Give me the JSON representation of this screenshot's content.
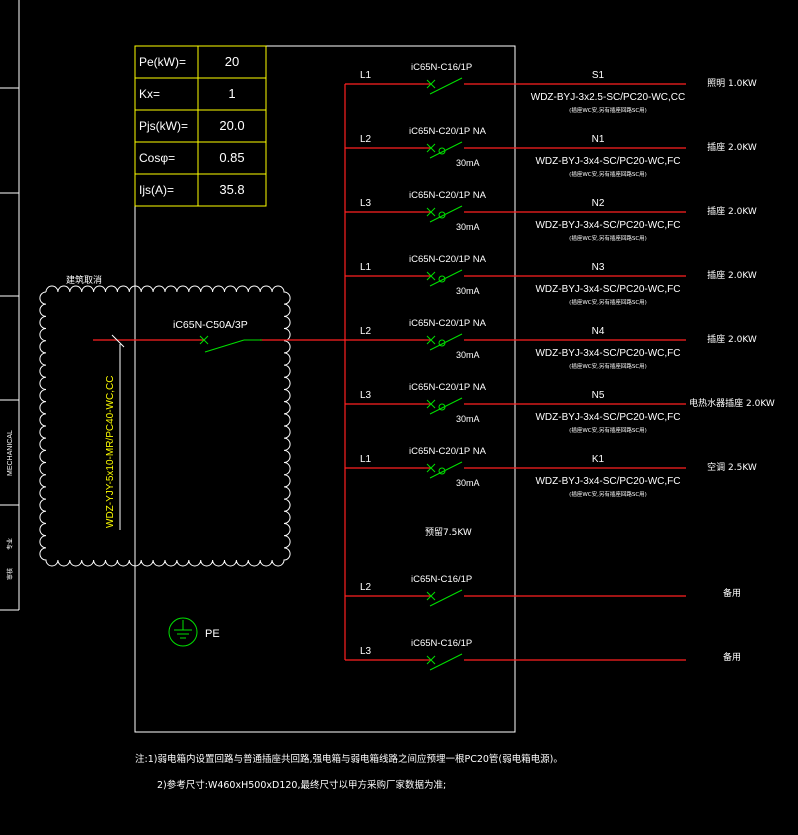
{
  "params": [
    {
      "label": "Pe(kW)=",
      "value": "20"
    },
    {
      "label": "Kx=",
      "value": "1"
    },
    {
      "label": "Pjs(kW)=",
      "value": "20.0"
    },
    {
      "label": "Cosφ=",
      "value": "0.85"
    },
    {
      "label": "Ijs(A)=",
      "value": "35.8"
    }
  ],
  "main_breaker": "iC65N-C50A/3P",
  "incoming_cable": "WDZ-YJY-5x10-MR/PC40-WC,CC",
  "cloud_label": "建筑取消",
  "earth_label": "PE",
  "circuits": [
    {
      "phase": "L1",
      "breaker": "iC65N-C16/1P",
      "rcd": "",
      "id": "S1",
      "cable": "WDZ-BYJ-3x2.5-SC/PC20-WC,CC",
      "note": "(插座WC安,另有插座回路SC用)",
      "load": "照明 1.0KW"
    },
    {
      "phase": "L2",
      "breaker": "iC65N-C20/1P NA",
      "rcd": "30mA",
      "id": "N1",
      "cable": "WDZ-BYJ-3x4-SC/PC20-WC,FC",
      "note": "(插座WC安,另有插座回路SC用)",
      "load": "插座 2.0KW"
    },
    {
      "phase": "L3",
      "breaker": "iC65N-C20/1P NA",
      "rcd": "30mA",
      "id": "N2",
      "cable": "WDZ-BYJ-3x4-SC/PC20-WC,FC",
      "note": "(插座WC安,另有插座回路SC用)",
      "load": "插座 2.0KW"
    },
    {
      "phase": "L1",
      "breaker": "iC65N-C20/1P NA",
      "rcd": "30mA",
      "id": "N3",
      "cable": "WDZ-BYJ-3x4-SC/PC20-WC,FC",
      "note": "(插座WC安,另有插座回路SC用)",
      "load": "插座 2.0KW"
    },
    {
      "phase": "L2",
      "breaker": "iC65N-C20/1P NA",
      "rcd": "30mA",
      "id": "N4",
      "cable": "WDZ-BYJ-3x4-SC/PC20-WC,FC",
      "note": "(插座WC安,另有插座回路SC用)",
      "load": "插座 2.0KW"
    },
    {
      "phase": "L3",
      "breaker": "iC65N-C20/1P NA",
      "rcd": "30mA",
      "id": "N5",
      "cable": "WDZ-BYJ-3x4-SC/PC20-WC,FC",
      "note": "(插座WC安,另有插座回路SC用)",
      "load": "电热水器插座 2.0KW"
    },
    {
      "phase": "L1",
      "breaker": "iC65N-C20/1P NA",
      "rcd": "30mA",
      "id": "K1",
      "cable": "WDZ-BYJ-3x4-SC/PC20-WC,FC",
      "note": "(插座WC安,另有插座回路SC用)",
      "load": "空调 2.5KW"
    },
    {
      "phase": "L2",
      "breaker": "iC65N-C16/1P",
      "rcd": "",
      "id": "",
      "cable": "",
      "note": "",
      "load": "备用"
    },
    {
      "phase": "L3",
      "breaker": "iC65N-C16/1P",
      "rcd": "",
      "id": "",
      "cable": "",
      "note": "",
      "load": "备用"
    }
  ],
  "reserved_note": "预留7.5KW",
  "notes": [
    "注:1)弱电箱内设置回路与普通插座共回路,强电箱与弱电箱线路之间应预埋一根PC20管(弱电箱电源)。",
    "2)参考尺寸:W460xH500xD120,最终尺寸以甲方采购厂家数据为准;"
  ],
  "side_labels": [
    "MECHANICAL",
    "专业",
    "审核"
  ],
  "colors": {
    "red": "#ff2020",
    "green": "#00e000",
    "yellow": "#ffff00",
    "white": "#ffffff"
  }
}
